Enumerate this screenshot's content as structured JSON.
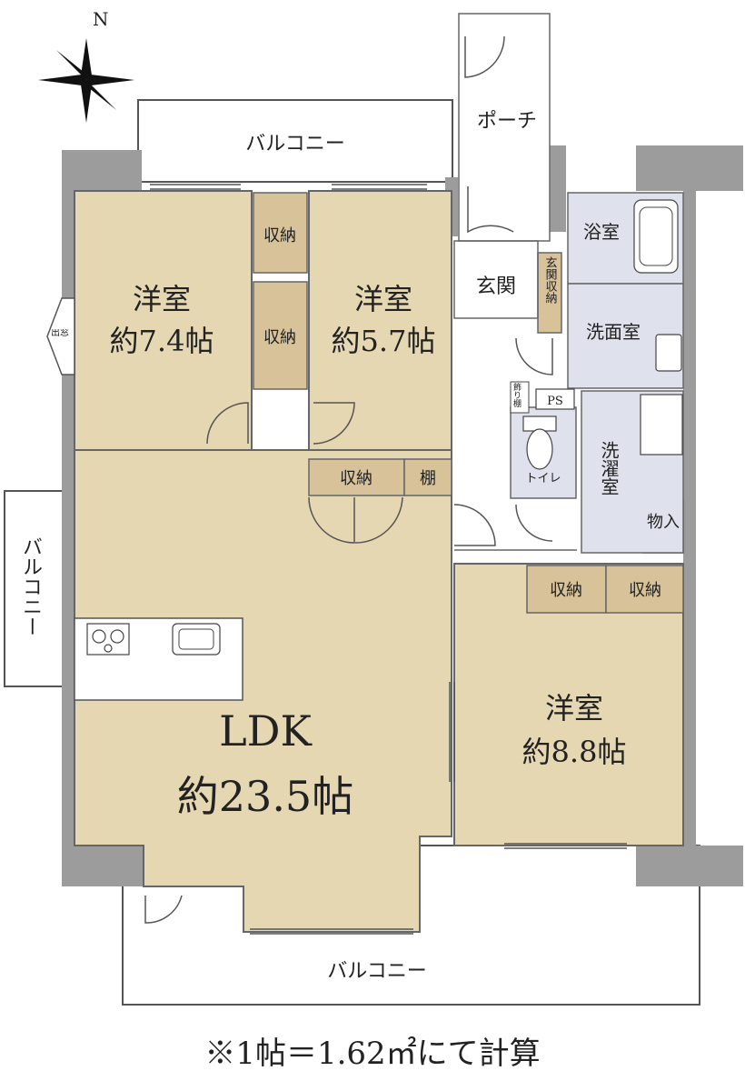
{
  "compass": {
    "north": "N"
  },
  "rooms": {
    "ldk_name": "LDK",
    "ldk_size": "約23.5帖",
    "west_room_name": "洋室",
    "west_room_size": "約7.4帖",
    "center_room_name": "洋室",
    "center_room_size": "約5.7帖",
    "east_room_name": "洋室",
    "east_room_size": "約8.8帖"
  },
  "labels": {
    "porch": "ポーチ",
    "entrance": "玄関",
    "entrance_storage": "玄関収納",
    "bath": "浴室",
    "washroom": "洗面室",
    "laundry": "洗濯室",
    "toilet": "トイレ",
    "ps": "PS",
    "decor_shelf": "飾り棚",
    "storage": "収納",
    "shelf": "棚",
    "closet": "物入",
    "bay_window": "出窓",
    "balcony_top": "バルコニー",
    "balcony_west": "バルコニー",
    "balcony_bottom": "バルコニー"
  },
  "footnote": "※1帖＝1.62㎡にて計算",
  "colors": {
    "floor": "#e6d7b3",
    "wet_area": "#dfe2ec",
    "storage": "#d7c29a",
    "wall": "#9c9c9c",
    "line": "#555555",
    "text": "#222222"
  }
}
